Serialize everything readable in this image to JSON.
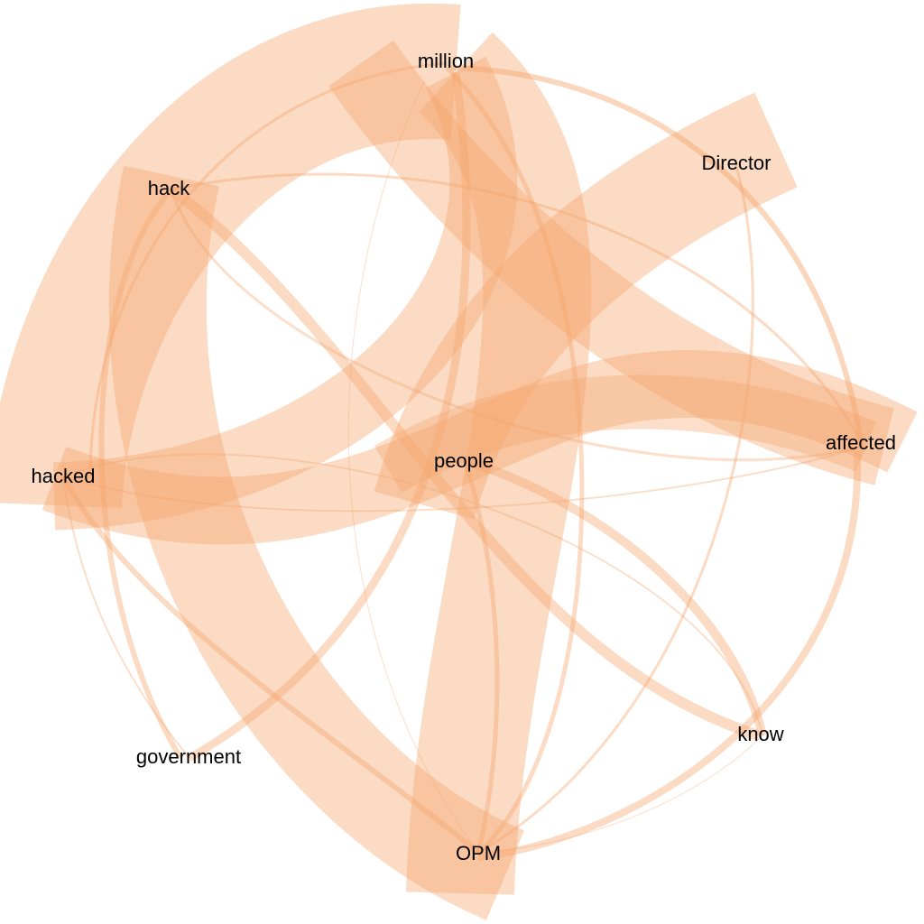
{
  "accent_color": "#f4a46b",
  "nodes": [
    {
      "id": "million",
      "label": "million"
    },
    {
      "id": "director",
      "label": "Director"
    },
    {
      "id": "hack",
      "label": "hack"
    },
    {
      "id": "affected",
      "label": "affected"
    },
    {
      "id": "people",
      "label": "people"
    },
    {
      "id": "hacked",
      "label": "hacked"
    },
    {
      "id": "know",
      "label": "know"
    },
    {
      "id": "government",
      "label": "government"
    },
    {
      "id": "opm",
      "label": "OPM"
    }
  ]
}
